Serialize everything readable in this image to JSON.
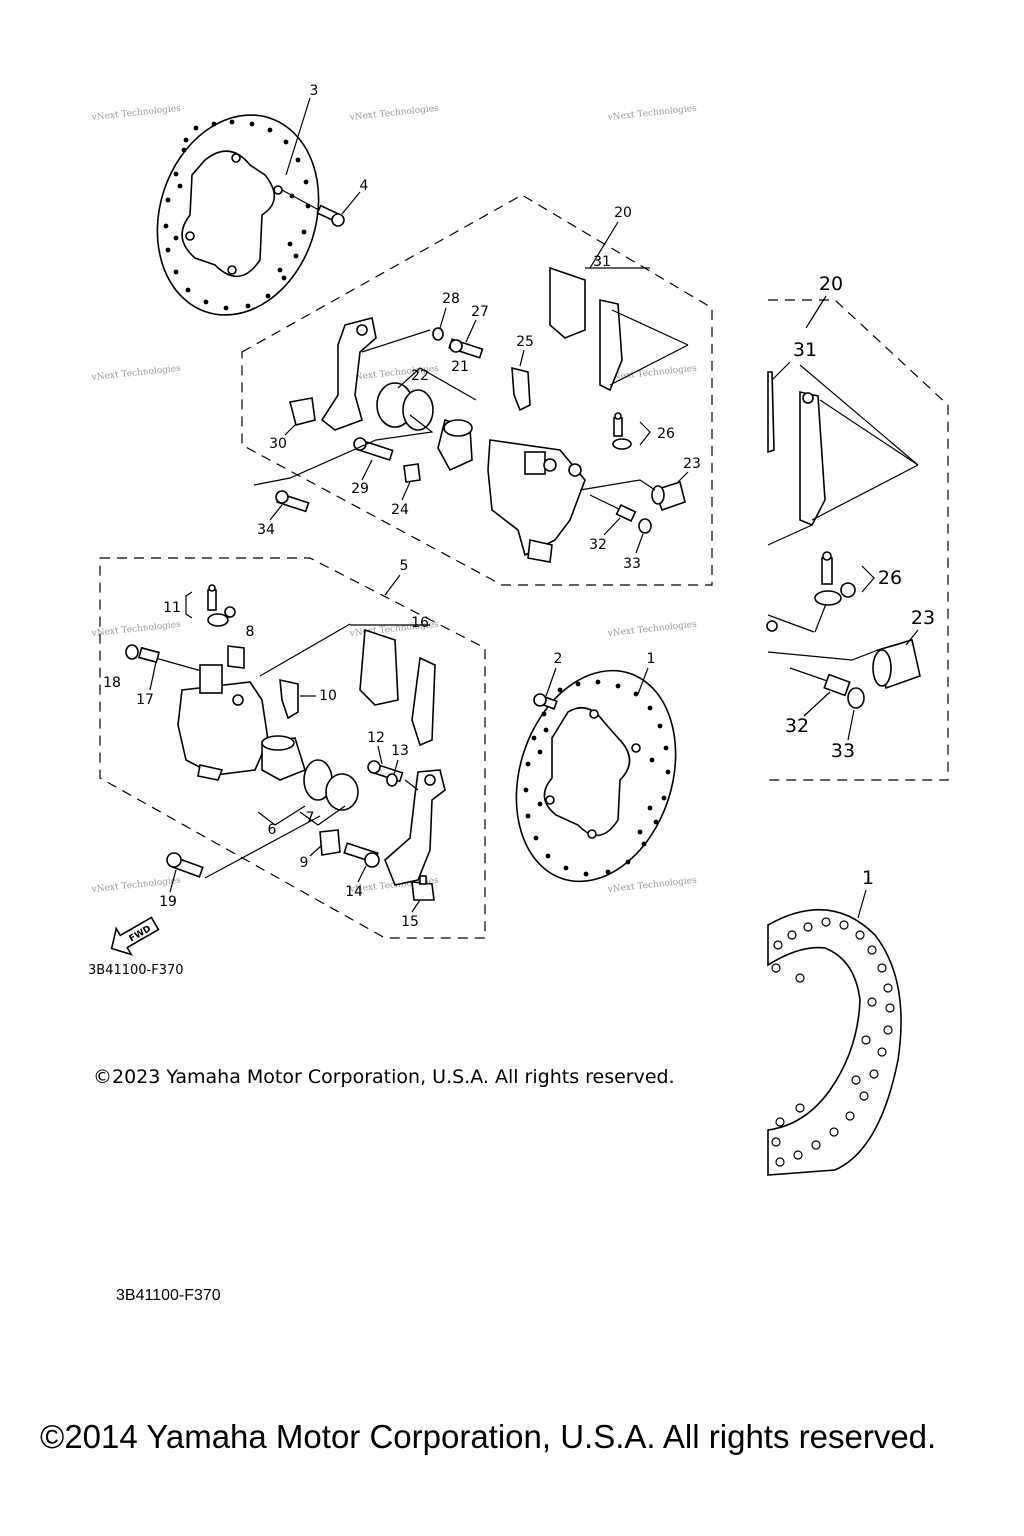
{
  "callouts_main": {
    "c1": "1",
    "c2": "2",
    "c3": "3",
    "c4": "4",
    "c5": "5",
    "c6": "6",
    "c7": "7",
    "c8": "8",
    "c9": "9",
    "c10": "10",
    "c11": "11",
    "c12": "12",
    "c13": "13",
    "c14": "14",
    "c15": "15",
    "c16": "16",
    "c17": "17",
    "c18": "18",
    "c19": "19",
    "c20": "20",
    "c21": "21",
    "c22": "22",
    "c23": "23",
    "c24": "24",
    "c25": "25",
    "c26": "26",
    "c27": "27",
    "c28": "28",
    "c29": "29",
    "c30": "30",
    "c31": "31",
    "c32": "32",
    "c33": "33",
    "c34": "34"
  },
  "callouts_zoom": {
    "c20": "20",
    "c31": "31",
    "c26": "26",
    "c23": "23",
    "c32": "32",
    "c33": "33",
    "c1": "1"
  },
  "fwd_label": "FWD",
  "watermark_text": "vNext Technologies",
  "diagram_code": "3B41100-F370",
  "diagram_code_lower": "3B41100-F370",
  "copyright_2023": "©2023 Yamaha Motor Corporation, U.S.A. All rights reserved.",
  "copyright_2014": "©2014 Yamaha Motor Corporation, U.S.A. All rights reserved."
}
